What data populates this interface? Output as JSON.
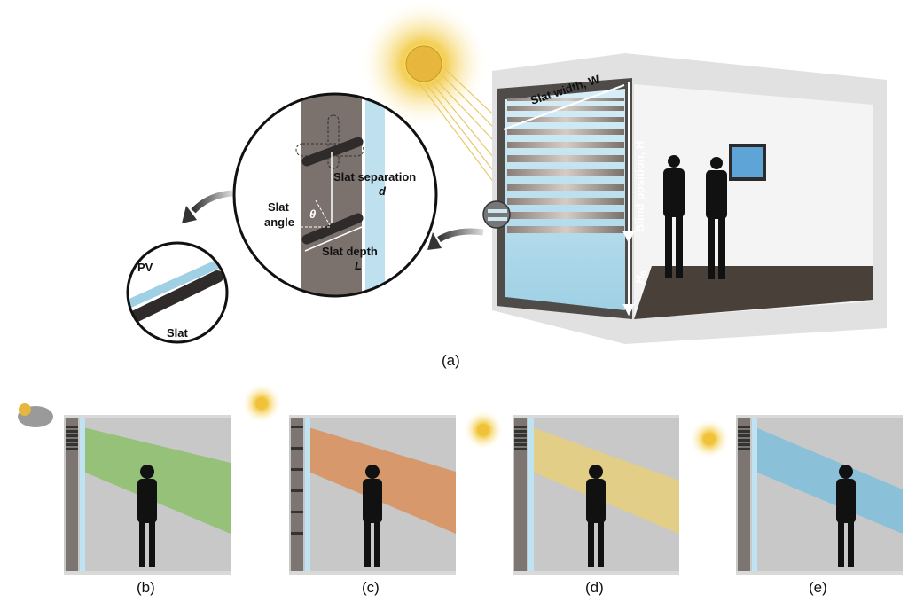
{
  "figure": {
    "panel_a": {
      "caption": "(a)",
      "room": {
        "slat_width_label": "Slat width, W",
        "blind_position_label": "Blind position, H",
        "h0_label": "H",
        "h0_sub": "0"
      },
      "zoom_circle": {
        "slat_separation_label": "Slat separation",
        "slat_separation_symbol": "d",
        "slat_angle_label_1": "Slat",
        "slat_angle_label_2": "angle",
        "theta_symbol": "θ",
        "slat_depth_label": "Slat depth",
        "slat_depth_symbol": "L"
      },
      "slat_circle": {
        "pv_label": "PV",
        "slat_label": "Slat"
      }
    },
    "panels": [
      {
        "caption": "(b)",
        "tint": "#8dbf6a",
        "sky": "cloudy"
      },
      {
        "caption": "(c)",
        "tint": "#d9915a",
        "sky": "sun"
      },
      {
        "caption": "(d)",
        "tint": "#e6cf7a",
        "sky": "sun"
      },
      {
        "caption": "(e)",
        "tint": "#7fbfdc",
        "sky": "sun"
      }
    ],
    "colors": {
      "sun": "#f2c94c",
      "glass": "#bfe3f2",
      "frame": "#5a5653",
      "slat": "#2e2b2a"
    }
  }
}
